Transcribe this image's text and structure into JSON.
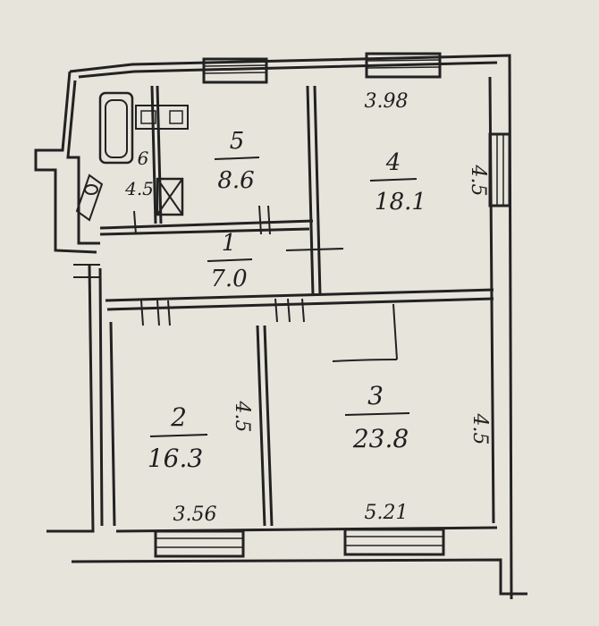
{
  "rooms": [
    {
      "id": "1",
      "area": "7.0"
    },
    {
      "id": "2",
      "area": "16.3"
    },
    {
      "id": "3",
      "area": "23.8"
    },
    {
      "id": "4",
      "area": "18.1"
    },
    {
      "id": "5",
      "area": "8.6"
    },
    {
      "id": "6",
      "area": "4.5"
    }
  ],
  "dimensions": {
    "top_right": "3.98",
    "right_upper": "4.5",
    "right_lower": "4.5",
    "middle_partition": "4.5",
    "bottom_left": "3.56",
    "bottom_right": "5.21"
  }
}
